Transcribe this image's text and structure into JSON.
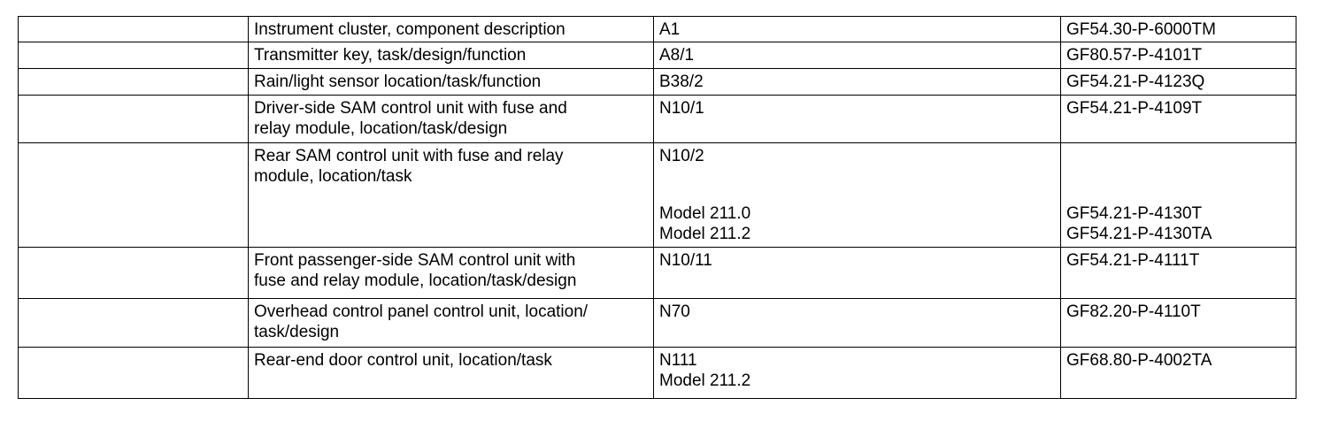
{
  "table": {
    "rows": [
      {
        "description": "Instrument cluster, component description",
        "code": "A1",
        "reference": "GF54.30-P-6000TM"
      },
      {
        "description": "Transmitter key, task/design/function",
        "code": "A8/1",
        "reference": "GF80.57-P-4101T"
      },
      {
        "description": "Rain/light sensor location/task/function",
        "code": "B38/2",
        "reference": "GF54.21-P-4123Q"
      },
      {
        "description_lines": [
          "Driver-side SAM control unit with fuse and",
          "relay module, location/task/design"
        ],
        "code": "N10/1",
        "reference": "GF54.21-P-4109T"
      },
      {
        "description_lines": [
          "Rear SAM control unit with fuse and relay",
          "module, location/task"
        ],
        "code": "N10/2",
        "variants": [
          {
            "model": "Model 211.0",
            "reference": "GF54.21-P-4130T"
          },
          {
            "model": "Model 211.2",
            "reference": "GF54.21-P-4130TA"
          }
        ]
      },
      {
        "description_lines": [
          "Front passenger-side SAM control unit with",
          "fuse and relay module, location/task/design"
        ],
        "code": "N10/11",
        "reference": "GF54.21-P-4111T"
      },
      {
        "description_lines": [
          "Overhead control panel control unit, location/",
          "task/design"
        ],
        "code": "N70",
        "reference": "GF82.20-P-4110T"
      },
      {
        "description": "Rear-end door control unit, location/task",
        "code_lines": [
          "N111",
          "Model 211.2"
        ],
        "reference": "GF68.80-P-4002TA"
      }
    ]
  }
}
